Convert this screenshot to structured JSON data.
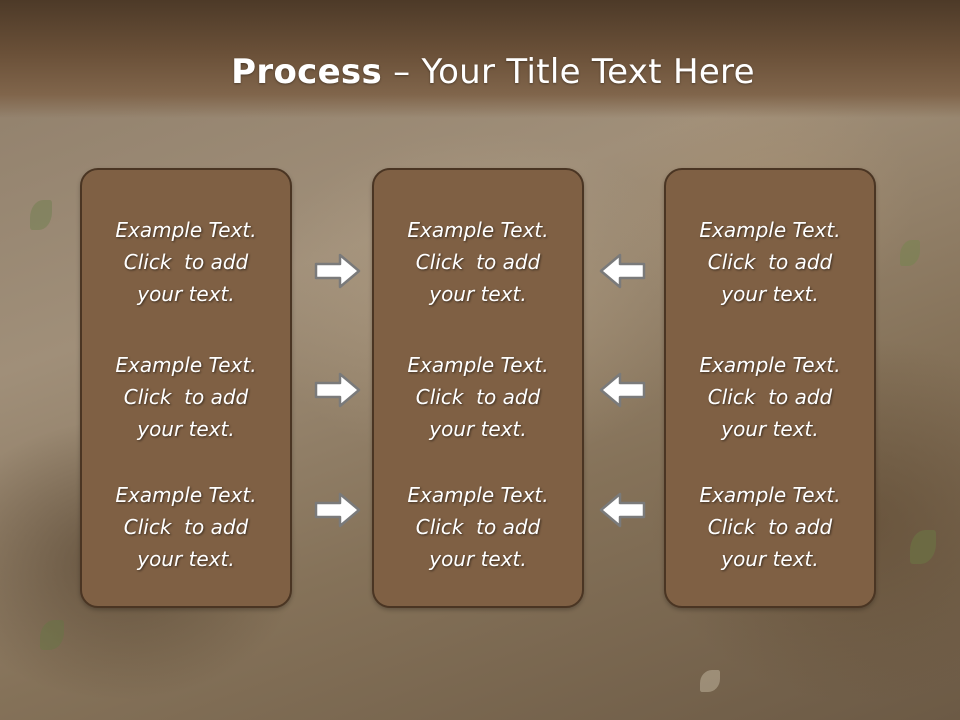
{
  "slide": {
    "title_bold": "Process",
    "title_rest": " – Your Title Text Here"
  },
  "columns": [
    {
      "items": [
        {
          "line1": "Example Text.",
          "line2": "Click  to add",
          "line3": "your text."
        },
        {
          "line1": "Example Text.",
          "line2": "Click  to add",
          "line3": "your text."
        },
        {
          "line1": "Example Text.",
          "line2": "Click  to add",
          "line3": "your text."
        }
      ]
    },
    {
      "items": [
        {
          "line1": "Example Text.",
          "line2": "Click  to add",
          "line3": "your text."
        },
        {
          "line1": "Example Text.",
          "line2": "Click  to add",
          "line3": "your text."
        },
        {
          "line1": "Example Text.",
          "line2": "Click  to add",
          "line3": "your text."
        }
      ]
    },
    {
      "items": [
        {
          "line1": "Example Text.",
          "line2": "Click  to add",
          "line3": "your text."
        },
        {
          "line1": "Example Text.",
          "line2": "Click  to add",
          "line3": "your text."
        },
        {
          "line1": "Example Text.",
          "line2": "Click  to add",
          "line3": "your text."
        }
      ]
    }
  ],
  "icons": {
    "left_arrows": "arrow-right-icon",
    "right_arrows": "arrow-left-icon"
  },
  "colors": {
    "box_fill": "#7f6044",
    "box_border": "#4a3523",
    "arrow_fill": "#ffffff",
    "arrow_stroke": "#7a7a7a"
  }
}
